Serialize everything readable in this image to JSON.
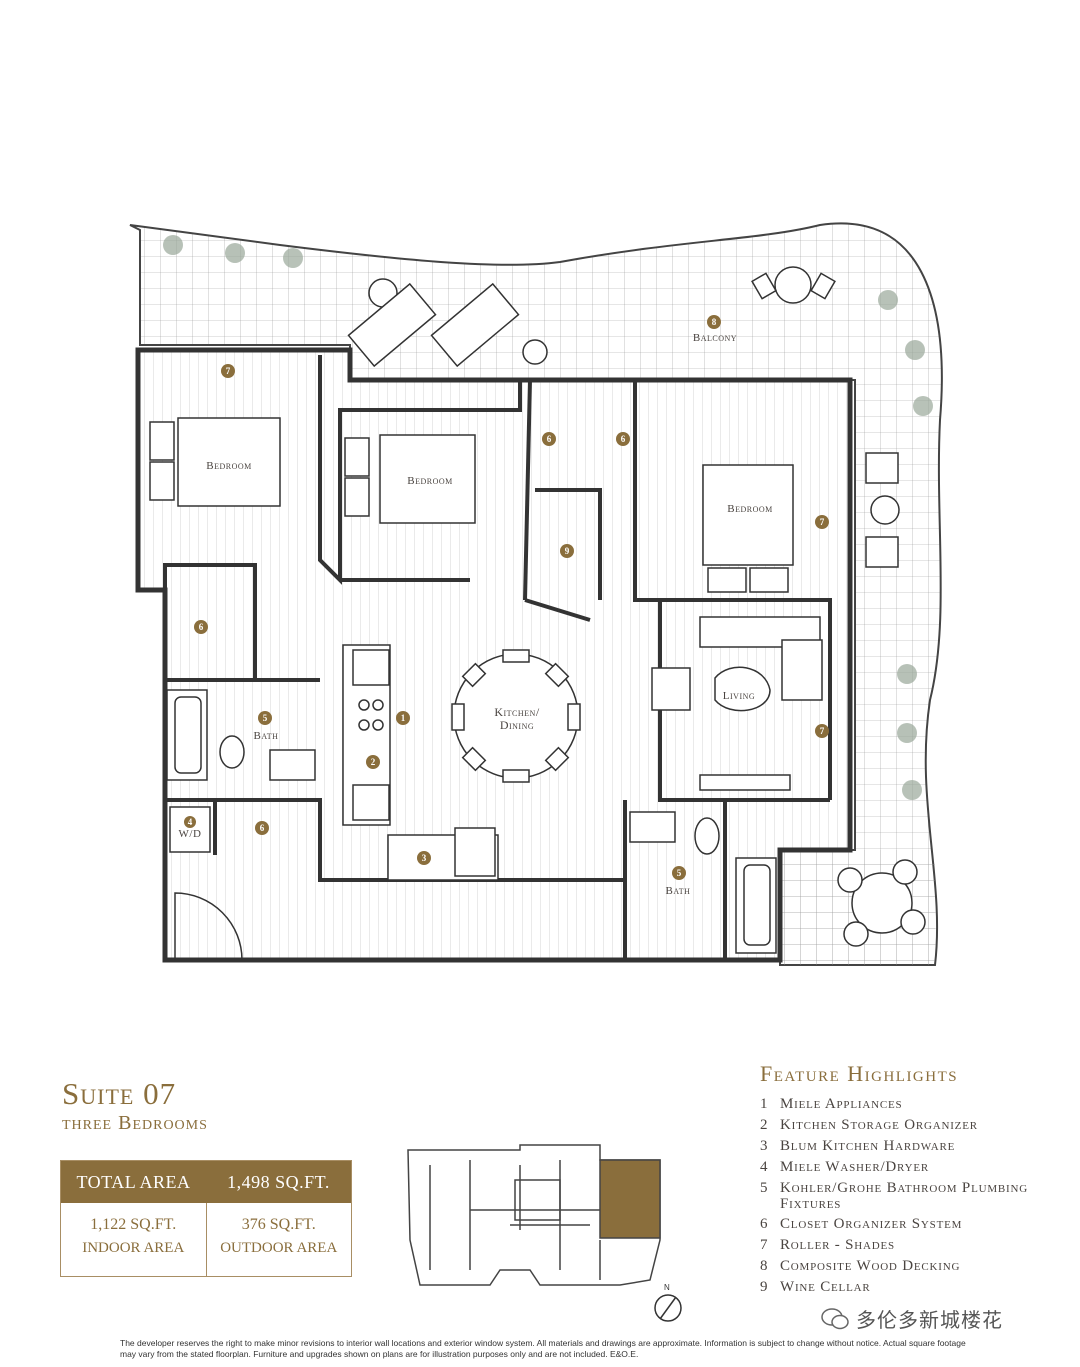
{
  "rooms": {
    "bedroom_1": "Bedroom",
    "bedroom_2": "Bedroom",
    "bedroom_3": "Bedroom",
    "kitchen_line1": "Kitchen/",
    "kitchen_line2": "Dining",
    "living": "Living",
    "bath_1": "Bath",
    "bath_2": "Bath",
    "balcony": "Balcony",
    "wd": "W/D"
  },
  "markers": {
    "m1": "1",
    "m2": "2",
    "m3": "3",
    "m4": "4",
    "m5": "5",
    "m6": "6",
    "m7": "7",
    "m8": "8",
    "m9": "9"
  },
  "suite": {
    "title": "Suite 07",
    "subtitle": "three Bedrooms"
  },
  "area": {
    "total_label": "TOTAL AREA",
    "total_value": "1,498 SQ.FT.",
    "indoor_value": "1,122 SQ.FT.",
    "indoor_label": "INDOOR AREA",
    "outdoor_value": "376 SQ.FT.",
    "outdoor_label": "OUTDOOR AREA"
  },
  "features": {
    "title": "Feature Highlights",
    "items": [
      {
        "n": "1",
        "text": "Miele Appliances"
      },
      {
        "n": "2",
        "text": "Kitchen Storage Organizer"
      },
      {
        "n": "3",
        "text": "Blum Kitchen Hardware"
      },
      {
        "n": "4",
        "text": "Miele Washer/Dryer"
      },
      {
        "n": "5",
        "text": "Kohler/Grohe Bathroom Plumbing Fixtures"
      },
      {
        "n": "6",
        "text": "Closet Organizer System"
      },
      {
        "n": "7",
        "text": "Roller - Shades"
      },
      {
        "n": "8",
        "text": "Composite Wood Decking"
      },
      {
        "n": "9",
        "text": "Wine Cellar"
      }
    ]
  },
  "compass": "N",
  "disclaimer": "The developer reserves the right to make minor revisions to interior wall locations and exterior window system. All materials and drawings are approximate. Information is subject to change without notice. Actual square footage may vary from the stated floorplan. Furniture and upgrades shown on plans are for illustration purposes only and are not included. E&O.E.",
  "watermark": "多伦多新城楼花",
  "colors": {
    "accent": "#8a6e3c",
    "wall": "#3a3a3a"
  }
}
